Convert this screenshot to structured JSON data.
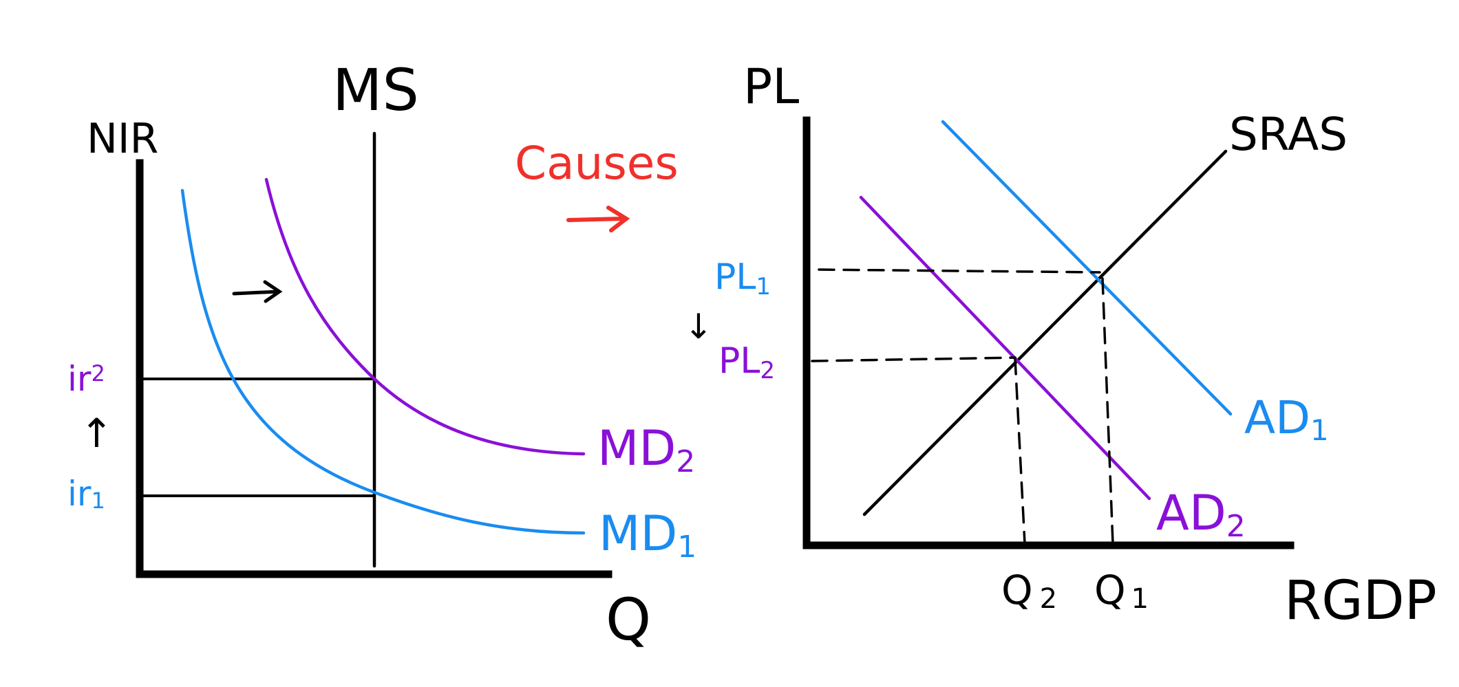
{
  "colors": {
    "black": "#000000",
    "blue": "#1a8cf0",
    "purple": "#8a10d8",
    "red": "#f0302a"
  },
  "money_market": {
    "y_axis_label": "NIR",
    "x_axis_label": "Q",
    "supply_label": "MS",
    "demand_initial_label": "MD",
    "demand_initial_subscript": "1",
    "demand_new_label": "MD",
    "demand_new_subscript": "2",
    "rate_initial_label": "ir",
    "rate_initial_subscript": "1",
    "rate_new_label": "ir",
    "rate_new_subscript": "2",
    "shift_arrow": "→",
    "rate_change_arrow": "↑"
  },
  "link": {
    "text": "Causes",
    "arrow": "→"
  },
  "ad_as": {
    "y_axis_label": "PL",
    "x_axis_label": "RGDP",
    "supply_label": "SRAS",
    "demand_initial_label": "AD",
    "demand_initial_subscript": "1",
    "demand_new_label": "AD",
    "demand_new_subscript": "2",
    "price_initial_label": "PL",
    "price_initial_subscript": "1",
    "price_new_label": "PL",
    "price_new_subscript": "2",
    "output_initial_label": "Q",
    "output_initial_subscript": "1",
    "output_new_label": "Q",
    "output_new_subscript": "2",
    "price_change_arrow": "↓"
  }
}
